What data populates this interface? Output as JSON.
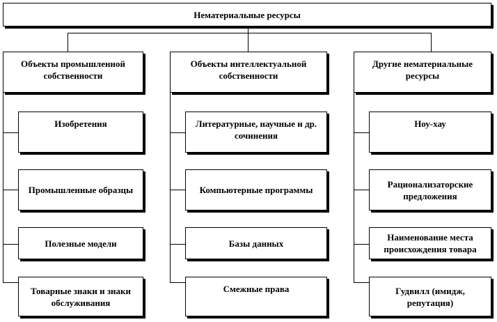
{
  "root": {
    "label": "Нематериальные ресурсы"
  },
  "columns": [
    {
      "header": "Объекты промышленной собственности",
      "items": [
        "Изобретения",
        "Промышленные образцы",
        "Полезные модели",
        "Товарные знаки и знаки обслуживания"
      ]
    },
    {
      "header": "Объекты интеллектуальной собственности",
      "items": [
        "Литературные, научные и др. сочинения",
        "Компьютерные программы",
        "Базы данных",
        "Смежные права"
      ]
    },
    {
      "header": "Другие нематериальные ресурсы",
      "items": [
        "Ноу-хау",
        "Рационализаторские предложения",
        "Наименование места происхождения товара",
        "Гудвилл (имидж, репутация)"
      ]
    }
  ]
}
